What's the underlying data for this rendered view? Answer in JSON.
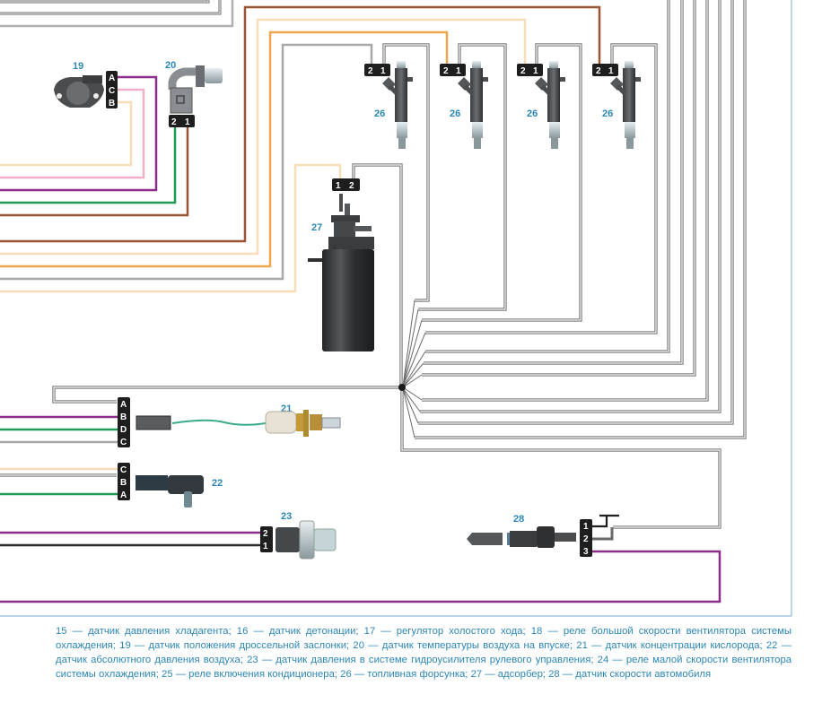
{
  "colors": {
    "frame": "#8fb7d6",
    "label_blue": "#2b86b8",
    "connector_black": "#1e1e1e",
    "wire_brown": "#9c5534",
    "wire_light_orange": "#f8ddb8",
    "wire_orange": "#eea74a",
    "wire_gray": "#a8a8a8",
    "wire_pink": "#f0b0cc",
    "wire_purple": "#8c2d8c",
    "wire_green": "#1f9a55",
    "wire_black": "#2a2a2a",
    "wire_white_outline": "#6a6a6a",
    "wire_teal": "#3aaa8a"
  },
  "components": {
    "c19": {
      "number": "19",
      "pins": [
        "A",
        "C",
        "B"
      ]
    },
    "c20": {
      "number": "20",
      "pins": [
        "2",
        "1"
      ]
    },
    "c21": {
      "number": "21",
      "pins": [
        "A",
        "B",
        "D",
        "C"
      ]
    },
    "c22": {
      "number": "22",
      "pins": [
        "C",
        "B",
        "A"
      ]
    },
    "c23": {
      "number": "23",
      "pins": [
        "2",
        "1"
      ]
    },
    "c26": {
      "number": "26",
      "pins": [
        "2",
        "1"
      ]
    },
    "c27": {
      "number": "27",
      "pins": [
        "1",
        "2"
      ]
    },
    "c28": {
      "number": "28",
      "pins": [
        "1",
        "2",
        "3"
      ]
    }
  },
  "caption": {
    "items": [
      "15 — датчик давления хладагента;",
      "16 — датчик детонации;",
      "17 — регулятор холостого хода;",
      "18 — реле большой скорости вентилятора системы охлаждения;",
      "19 — датчик положения дроссельной заслонки;",
      "20 — датчик температуры воздуха на впуске;",
      "21 — датчик концентрации кислорода;",
      "22 — датчик абсолютного давления воздуха;",
      "23 — датчик давления в системе гидроусилителя рулевого управления;",
      "24 — реле малой скорости вентилятора системы охлаждения;",
      "25 — реле включения кондиционера;",
      "26 — топливная форсунка;",
      "27 — адсорбер;",
      "28 — датчик скорости автомобиля"
    ]
  }
}
